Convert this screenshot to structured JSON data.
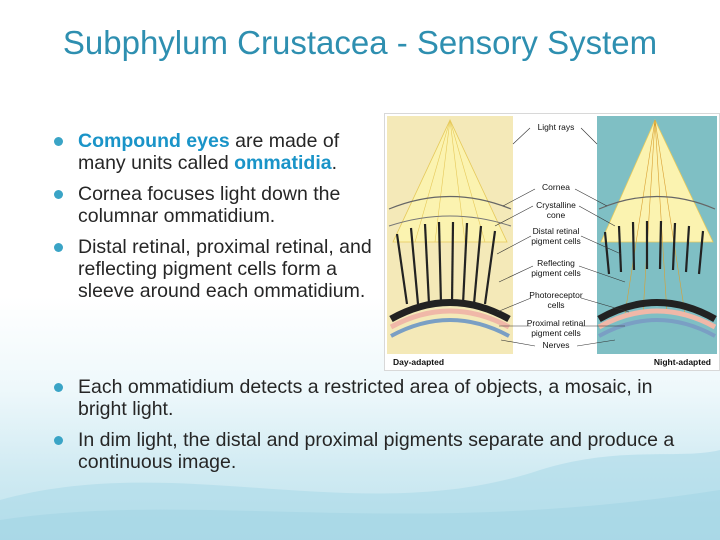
{
  "slide": {
    "title": "Subphylum Crustacea - Sensory System",
    "bullets_top": [
      {
        "highlight": "Compound eyes",
        "text": " are made of many units called ",
        "highlight2": "ommatidia",
        "end": "."
      },
      {
        "text": "Cornea focuses light down the columnar ommatidium."
      },
      {
        "text": "Distal retinal, proximal retinal, and reflecting pigment cells form a sleeve around each ommatidium."
      }
    ],
    "bullets_bottom": [
      {
        "text": "Each ommatidium detects a restricted area of objects, a mosaic, in bright light."
      },
      {
        "text": "In dim light, the distal and proximal pigments separate and produce a continuous image."
      }
    ],
    "highlight_color": "#1a94c8",
    "title_color": "#2e8fb0"
  },
  "figure": {
    "labels": {
      "light_rays": "Light rays",
      "cornea": "Cornea",
      "crystalline_cone_1": "Crystalline",
      "crystalline_cone_2": "cone",
      "distal_1": "Distal retinal",
      "distal_2": "pigment cells",
      "reflecting_1": "Reflecting",
      "reflecting_2": "pigment cells",
      "photoreceptor_1": "Photoreceptor",
      "photoreceptor_2": "cells",
      "proximal_1": "Proximal retinal",
      "proximal_2": "pigment cells",
      "nerves": "Nerves"
    },
    "captions": {
      "left": "Day-adapted",
      "right": "Night-adapted"
    },
    "colors": {
      "day_bg": "#f4e9b8",
      "night_bg": "#7fbfc4",
      "light_cone": "#fbf3b0"
    }
  }
}
